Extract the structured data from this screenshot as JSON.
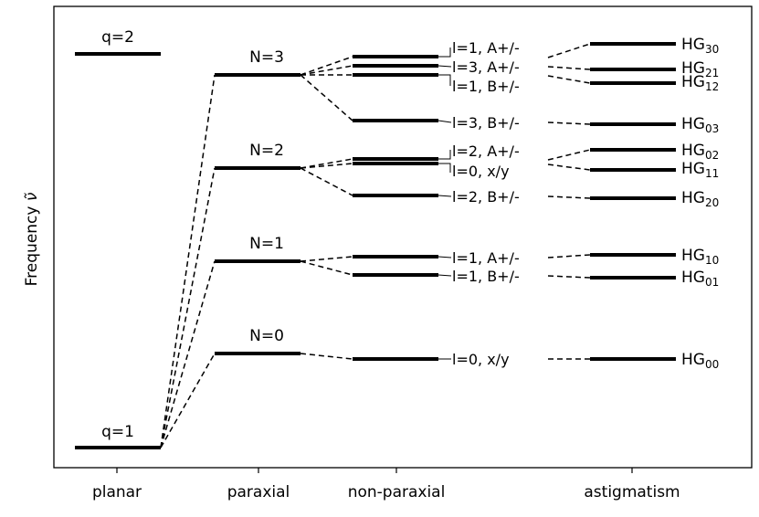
{
  "y_axis_label": "Frequency ",
  "y_axis_symbol": "ν̃",
  "categories": [
    "planar",
    "paraxial",
    "non-paraxial",
    "astigmatism"
  ],
  "planar": {
    "q2": "q=2",
    "q1": "q=1"
  },
  "paraxial": {
    "n3": "N=3",
    "n2": "N=2",
    "n1": "N=1",
    "n0": "N=0"
  },
  "nonparaxial": {
    "l1_a_n3": "l=1, A+/-",
    "l3_a": "l=3, A+/-",
    "l1_b_n3": "l=1, B+/-",
    "l3_b": "l=3, B+/-",
    "l2_a": "l=2, A+/-",
    "l0_xy_n2": "l=0, x/y",
    "l2_b": "l=2, B+/-",
    "l1_a_n1": "l=1, A+/-",
    "l1_b_n1": "l=1, B+/-",
    "l0_xy_n0": "l=0, x/y"
  },
  "astigmatism": {
    "hg_prefix": "HG",
    "hg30": "30",
    "hg21": "21",
    "hg12": "12",
    "hg03": "03",
    "hg02": "02",
    "hg11": "11",
    "hg20": "20",
    "hg10": "10",
    "hg01": "01",
    "hg00": "00"
  }
}
